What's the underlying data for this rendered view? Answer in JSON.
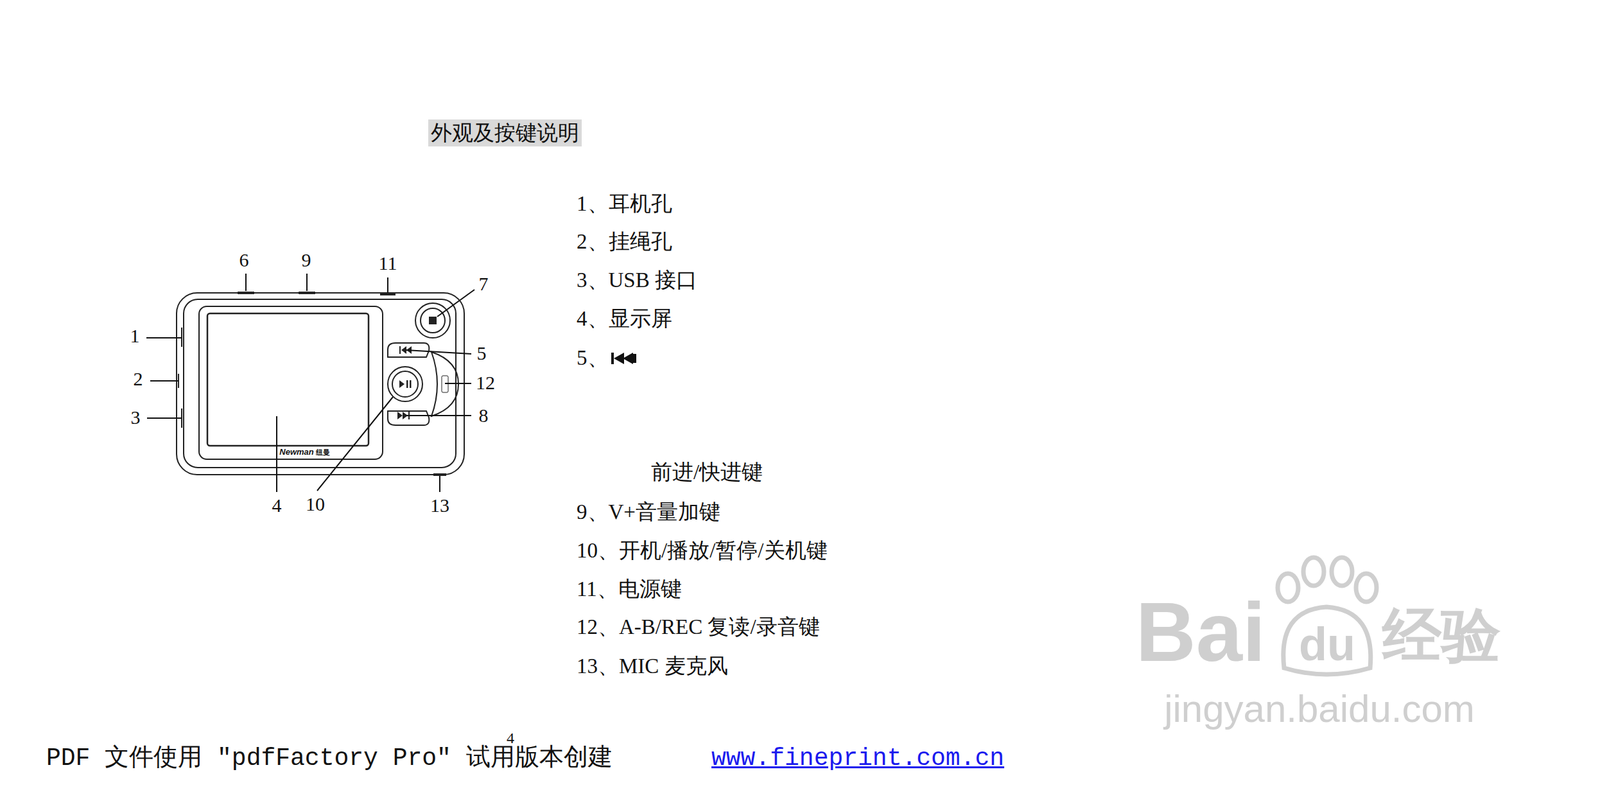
{
  "diagram": {
    "title": "外观及按键说明",
    "labels": [
      "6",
      "9",
      "11",
      "7",
      "1",
      "5",
      "2",
      "12",
      "3",
      "8",
      "4",
      "10",
      "13",
      "Newman",
      "纽曼",
      "1、耳机孔",
      "2、挂绳孔",
      "3、USB 接口",
      "4、显示屏",
      "5、",
      "前进/快进键",
      "9、V+音量加键",
      "10、开机/播放/暂停/关机键",
      "11、电源键",
      "12、A-B/REC 复读/录音键",
      "13、MIC 麦克风",
      "PDF 文件使用 ″pdfFactory Pro″ 试用版本创建",
      "www.fineprint.com.cn",
      "4",
      "Bai",
      "du",
      "经验",
      "jingyan.baidu.com"
    ]
  }
}
